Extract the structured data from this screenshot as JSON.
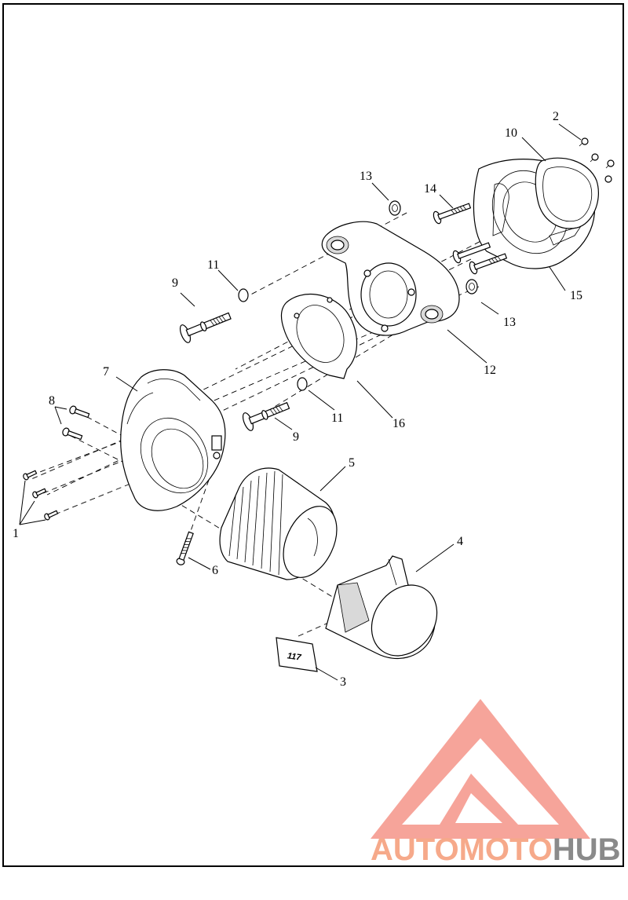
{
  "callouts": {
    "n1": "1",
    "n2": "2",
    "n3": "3",
    "n4": "4",
    "n5": "5",
    "n6": "6",
    "n7": "7",
    "n8": "8",
    "n9a": "9",
    "n9b": "9",
    "n10": "10",
    "n11a": "11",
    "n11b": "11",
    "n12": "12",
    "n13a": "13",
    "n13b": "13",
    "n14": "14",
    "n15": "15",
    "n16": "16"
  },
  "badge_text": "117",
  "watermark": {
    "part1": "AUTO",
    "part2": "MOTO",
    "part3": "HUB",
    "color_light": "#f6a98a",
    "color_dark": "#8a8a8a",
    "logo_color": "#f59a8f"
  }
}
